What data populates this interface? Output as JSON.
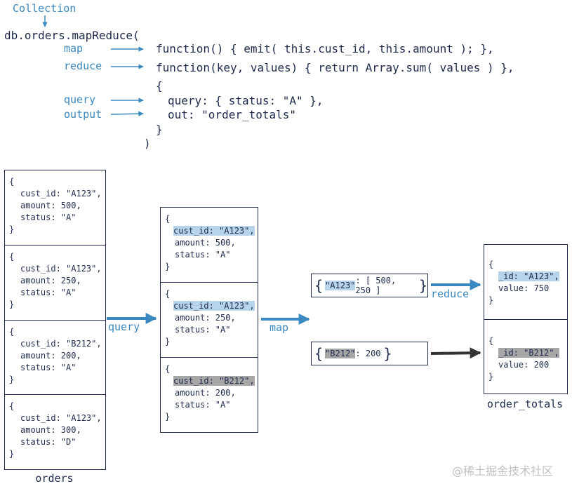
{
  "code": {
    "collection_label": "Collection",
    "line_call": "db.orders.mapReduce(",
    "map_label": "map",
    "map_fn": "function() { emit( this.cust_id, this.amount ); },",
    "reduce_label": "reduce",
    "reduce_fn": "function(key, values) { return Array.sum( values ) },",
    "open_brace": "{",
    "query_label": "query",
    "query_line": "query: { status: \"A\" },",
    "output_label": "output",
    "out_line": "out: \"order_totals\"",
    "close_brace": "}",
    "close_paren": ")"
  },
  "orders": {
    "caption": "orders",
    "docs": [
      {
        "open": "{",
        "l1": "cust_id: \"A123\",",
        "l2": "amount: 500,",
        "l3": "status: \"A\"",
        "close": "}"
      },
      {
        "open": "{",
        "l1": "cust_id: \"A123\",",
        "l2": "amount: 250,",
        "l3": "status: \"A\"",
        "close": "}"
      },
      {
        "open": "{",
        "l1": "cust_id: \"B212\",",
        "l2": "amount: 200,",
        "l3": "status: \"A\"",
        "close": "}"
      },
      {
        "open": "{",
        "l1": "cust_id: \"A123\",",
        "l2": "amount: 300,",
        "l3": "status: \"D\"",
        "close": "}"
      }
    ]
  },
  "filtered": {
    "docs": [
      {
        "open": "{",
        "l1": "cust_id: \"A123\",",
        "l2": "amount: 500,",
        "l3": "status: \"A\"",
        "close": "}"
      },
      {
        "open": "{",
        "l1": "cust_id: \"A123\",",
        "l2": "amount: 250,",
        "l3": "status: \"A\"",
        "close": "}"
      },
      {
        "open": "{",
        "l1": "cust_id: \"B212\",",
        "l2": "amount: 200,",
        "l3": "status: \"A\"",
        "close": "}"
      }
    ]
  },
  "stages": {
    "query_label": "query",
    "map_label": "map",
    "reduce_label": "reduce"
  },
  "pairs": {
    "a_left": "{",
    "a_key": "\"A123\"",
    "a_rest": ": [ 500, 250 ]",
    "a_right": "}",
    "b_left": "{",
    "b_key": "\"B212\"",
    "b_rest": ": 200",
    "b_right": "}"
  },
  "totals": {
    "caption": "order_totals",
    "docs": [
      {
        "open": "{",
        "l1": "_id: \"A123\",",
        "l2": "value: 750",
        "close": "}"
      },
      {
        "open": "{",
        "l1": "_id: \"B212\",",
        "l2": "value: 200",
        "close": "}"
      }
    ]
  },
  "watermark": "@稀土掘金技术社区",
  "colors": {
    "arrow_blue": "#3a88c0",
    "ink": "#1f2a4d",
    "highlight_blue": "#b7d4ea",
    "highlight_gray": "#a6a6a6",
    "dark_arrow": "#333333"
  }
}
